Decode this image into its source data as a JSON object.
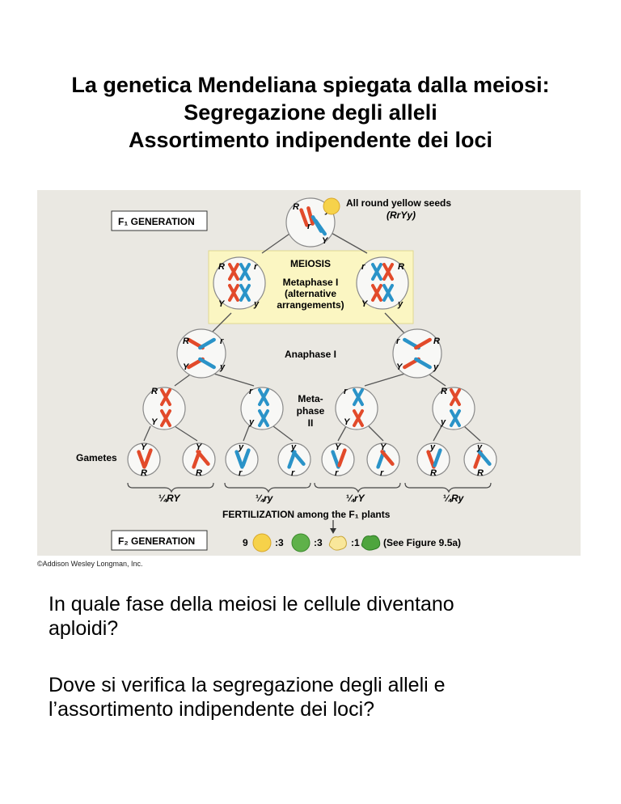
{
  "title": {
    "line1": "La genetica Mendeliana spiegata dalla meiosi:",
    "line2": "Segregazione degli alleli",
    "line3": "Assortimento indipendente dei loci"
  },
  "figure": {
    "f1_label": "F₁ GENERATION",
    "f2_label": "F₂ GENERATION",
    "seeds_label": "All round yellow seeds",
    "seeds_genotype": "(RrYy)",
    "meiosis": "MEIOSIS",
    "metaphase1": "Metaphase I",
    "alternative": "(alternative",
    "arrangements": "arrangements)",
    "anaphase1": "Anaphase I",
    "meta": "Meta-",
    "phase": "phase",
    "roman2": "II",
    "gametes": "Gametes",
    "gamete_types": [
      "RY",
      "ry",
      "rY",
      "Ry"
    ],
    "quarter": "¼",
    "fertilization": "FERTILIZATION among the F₁ plants",
    "ratio": [
      "9",
      ":3",
      ":3",
      ":1"
    ],
    "see_figure": "(See Figure 9.5a)",
    "alleles": {
      "R": "R",
      "r": "r",
      "Y": "Y",
      "y": "y"
    },
    "colors": {
      "background": "#eae8e2",
      "highlight": "#fbf6c2",
      "red": "#e24a2a",
      "blue": "#2a93c8",
      "yellow_seed": "#f6d24a",
      "green_seed": "#5fb14a"
    }
  },
  "credit": "©Addison Wesley Longman, Inc.",
  "question1": {
    "line1": "In quale fase della meiosi le cellule diventano",
    "line2": "aploidi?"
  },
  "question2": {
    "line1": "Dove si verifica la segregazione degli alleli e",
    "line2": "l’assortimento indipendente dei loci?"
  }
}
